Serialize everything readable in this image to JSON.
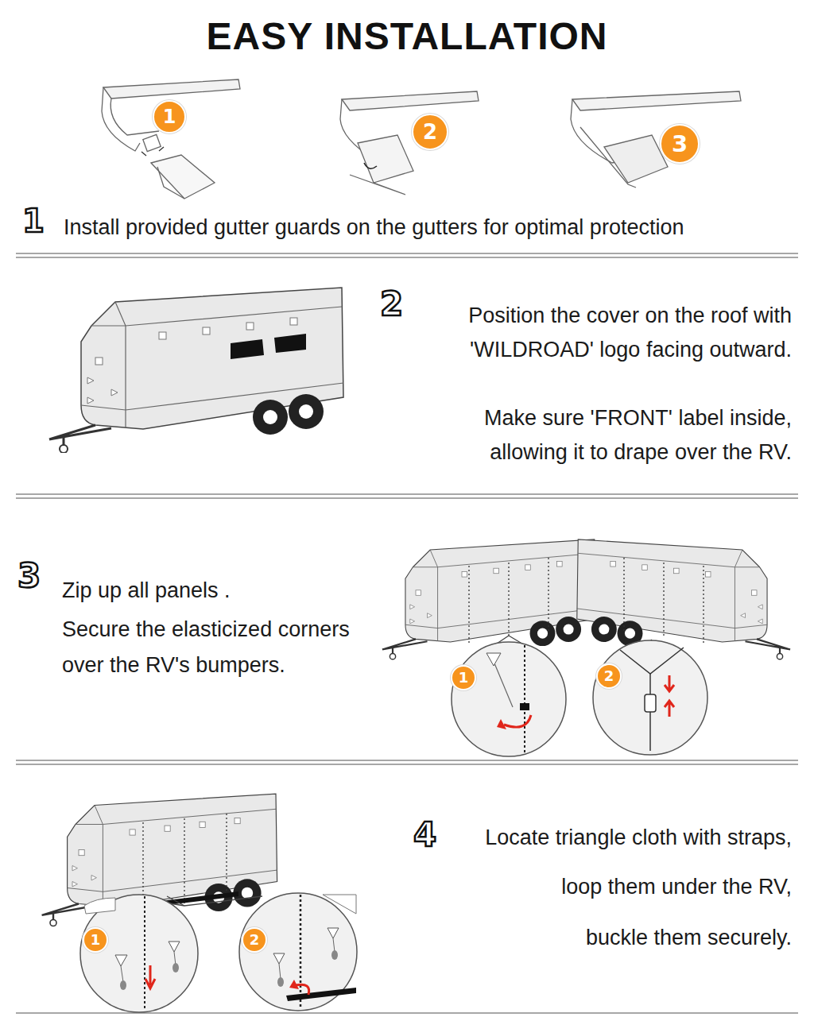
{
  "diagram": {
    "title": "EASY INSTALLATION",
    "nodes": [
      {
        "text": [
          "1"
        ]
      },
      {
        "text": [
          "2"
        ]
      },
      {
        "text": [
          "3"
        ]
      },
      {
        "text": [
          "1"
        ]
      },
      {
        "text": [
          "2"
        ]
      },
      {
        "text": [
          "1"
        ]
      },
      {
        "text": [
          "2"
        ]
      }
    ],
    "labels": [
      "1",
      "Install provided gutter guards on the gutters for optimal protection",
      "2",
      "Position the cover on the roof with 'WILDROAD' logo facing outward.",
      "Make sure 'FRONT' label inside, allowing it to drape over the RV.",
      "3",
      "Zip up all panels .",
      "Secure the elasticized corners over the RV's bumpers.",
      "4",
      "Locate triangle cloth with straps,",
      "loop them under the RV,",
      "buckle them securely."
    ]
  }
}
